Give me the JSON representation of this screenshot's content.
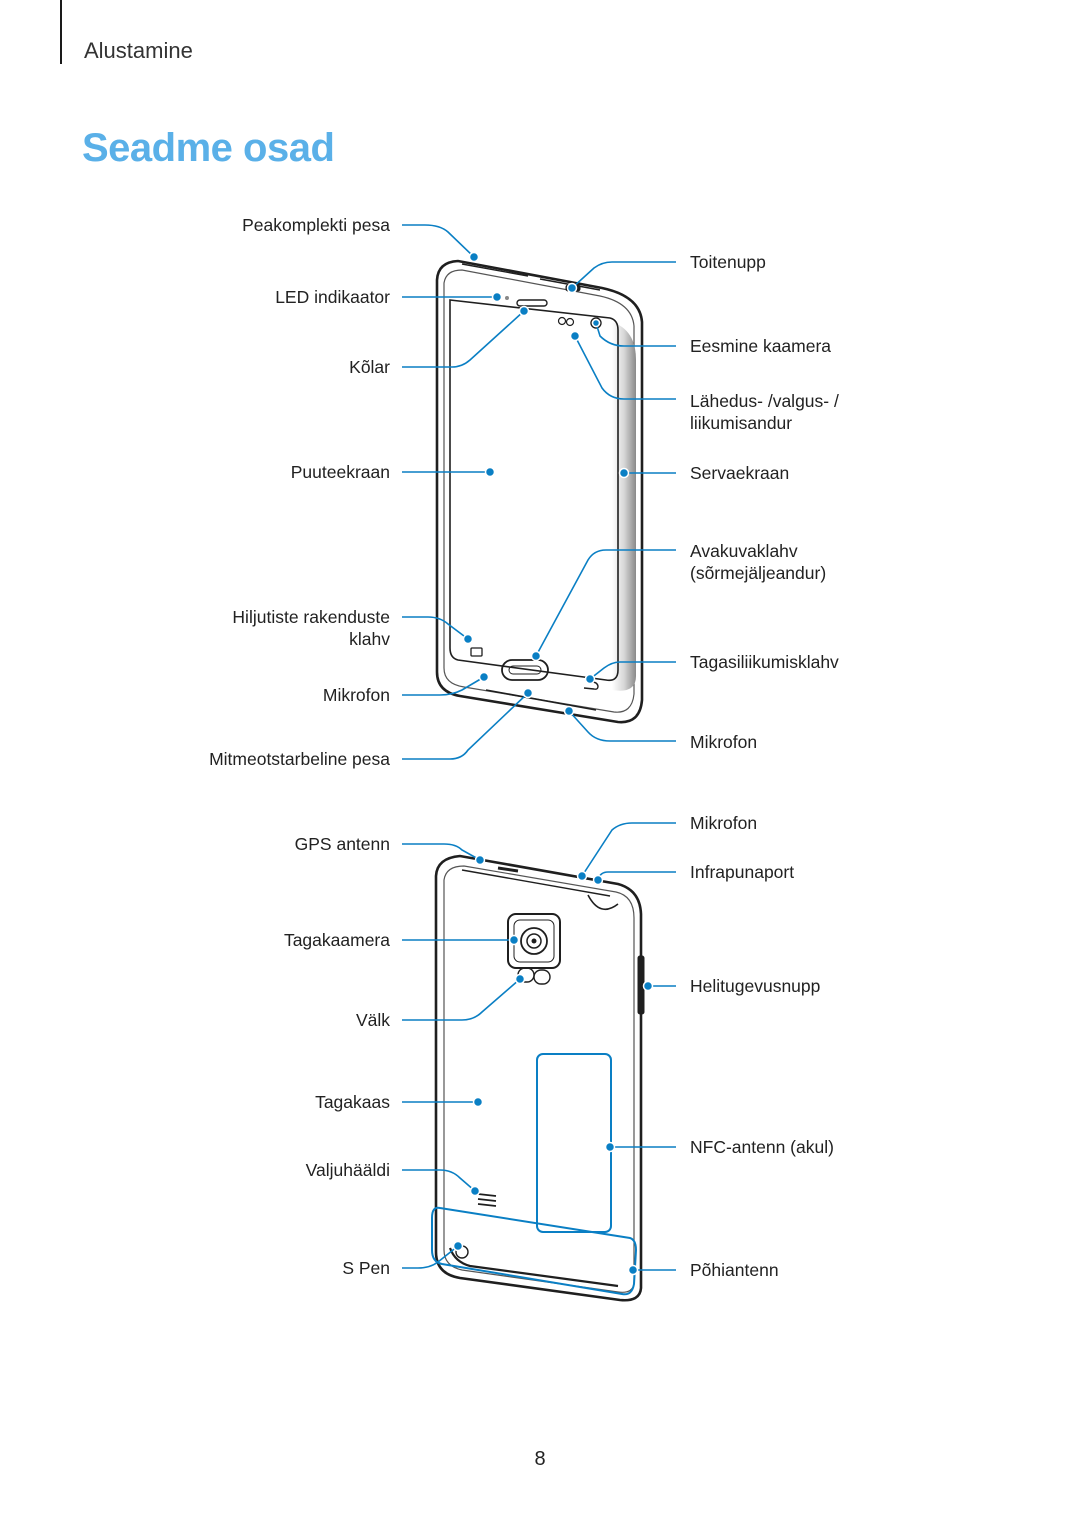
{
  "header": {
    "section": "Alustamine"
  },
  "title": "Seadme osad",
  "front_labels": {
    "peakomplekti_pesa": "Peakomplekti pesa",
    "led_indikaator": "LED indikaator",
    "kolar": "Kõlar",
    "puuteekraan": "Puuteekraan",
    "hiljutiste_line1": "Hiljutiste rakenduste",
    "hiljutiste_line2": "klahv",
    "mikrofon_left": "Mikrofon",
    "mitmeotstarbeline_pesa": "Mitmeotstarbeline pesa",
    "toitenupp": "Toitenupp",
    "eesmine_kaamera": "Eesmine kaamera",
    "lahedus_line1": "Lähedus- /valgus- /",
    "lahedus_line2": "liikumisandur",
    "servaekraan": "Servaekraan",
    "avakuva_line1": "Avakuvaklahv",
    "avakuva_line2": "(sõrmejäljeandur)",
    "tagasi": "Tagasiliikumisklahv",
    "mikrofon_right": "Mikrofon"
  },
  "back_labels": {
    "gps_antenn": "GPS antenn",
    "tagakaamera": "Tagakaamera",
    "valk": "Välk",
    "tagakaas": "Tagakaas",
    "valjuhaaldi": "Valjuhääldi",
    "s_pen": "S Pen",
    "mikrofon": "Mikrofon",
    "infrapunaport": "Infrapunaport",
    "helitugevusnupp": "Helitugevusnupp",
    "nfc_antenn": "NFC-antenn (akul)",
    "pohiantenn": "Põhiantenn"
  },
  "page_number": "8",
  "colors": {
    "accent": "#0a7fc4",
    "title": "#5ab0e8",
    "device": "#1f1f1f"
  }
}
